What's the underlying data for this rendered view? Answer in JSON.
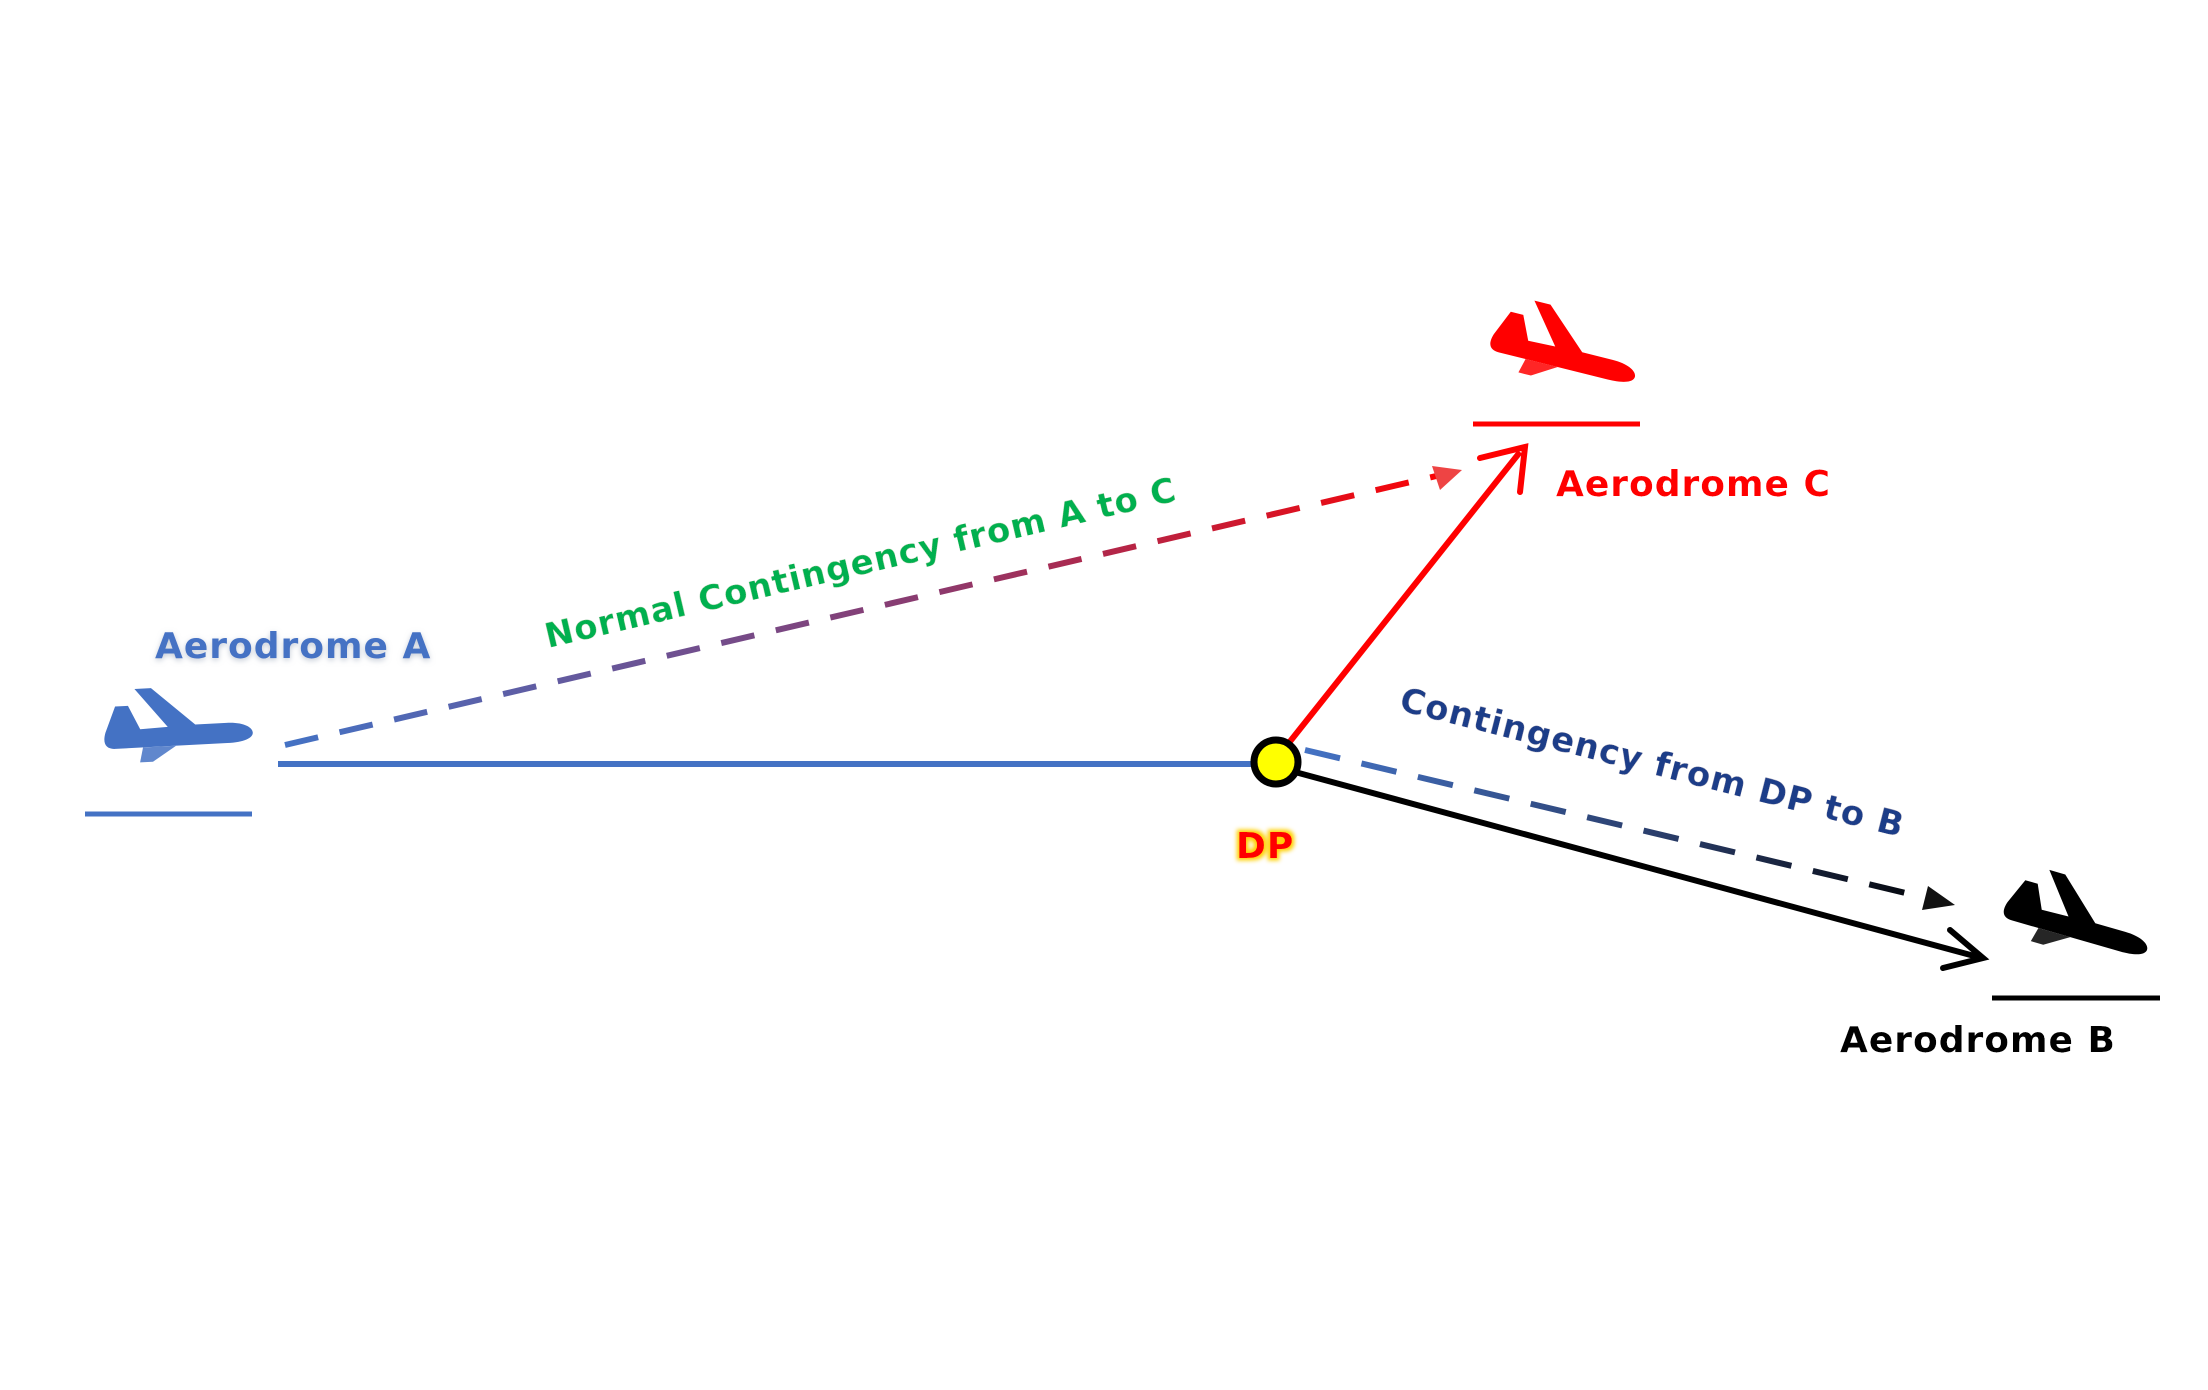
{
  "labels": {
    "aerodrome_a": "Aerodrome A",
    "aerodrome_b": "Aerodrome B",
    "aerodrome_c": "Aerodrome C",
    "decision_point": "DP",
    "normal_contingency": "Normal Contingency from A to C",
    "contingency_dp_b": "Contingency from DP to B"
  },
  "icons": {
    "aircraft_a": "takeoff-airplane-icon",
    "aircraft_b": "landing-airplane-icon",
    "aircraft_c": "landing-airplane-icon"
  },
  "colors": {
    "aerodrome_a": "#4472C4",
    "aerodrome_b": "#000000",
    "aerodrome_c": "#FF0000",
    "decision_point_fill": "#FFFF00",
    "decision_point_label": "#FF0000",
    "normal_contingency_label": "#00B050",
    "contingency_dp_b_label": "#1F3C88"
  }
}
